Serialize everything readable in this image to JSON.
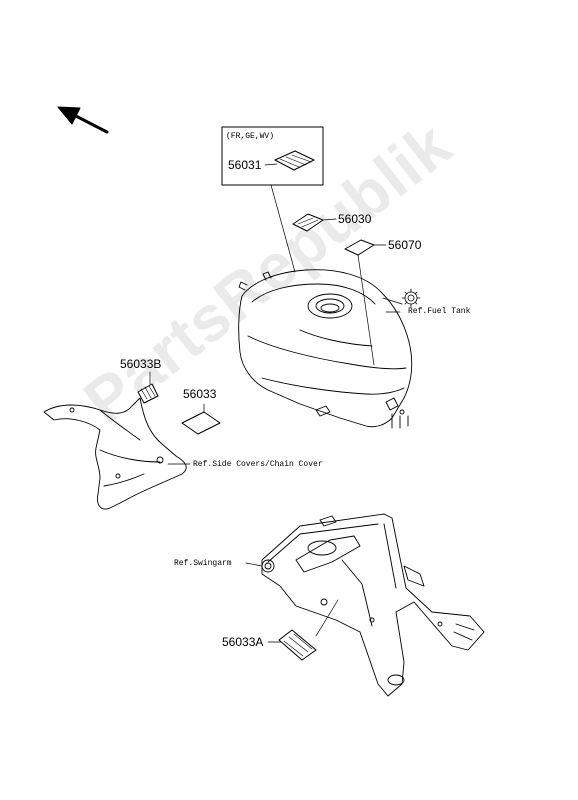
{
  "inset": {
    "title": "(FR,GE,WV)"
  },
  "parts": {
    "p56031": "56031",
    "p56030": "56030",
    "p56070": "56070",
    "p56033B": "56033B",
    "p56033": "56033",
    "p56033A": "56033A"
  },
  "refs": {
    "fuel_tank": "Ref.Fuel Tank",
    "side_covers": "Ref.Side Covers/Chain Cover",
    "swingarm": "Ref.Swingarm"
  },
  "watermark": "PartsRepublik",
  "icons": {
    "direction_arrow": "arrow-up-left-icon",
    "gear_logo": "gear-icon"
  }
}
